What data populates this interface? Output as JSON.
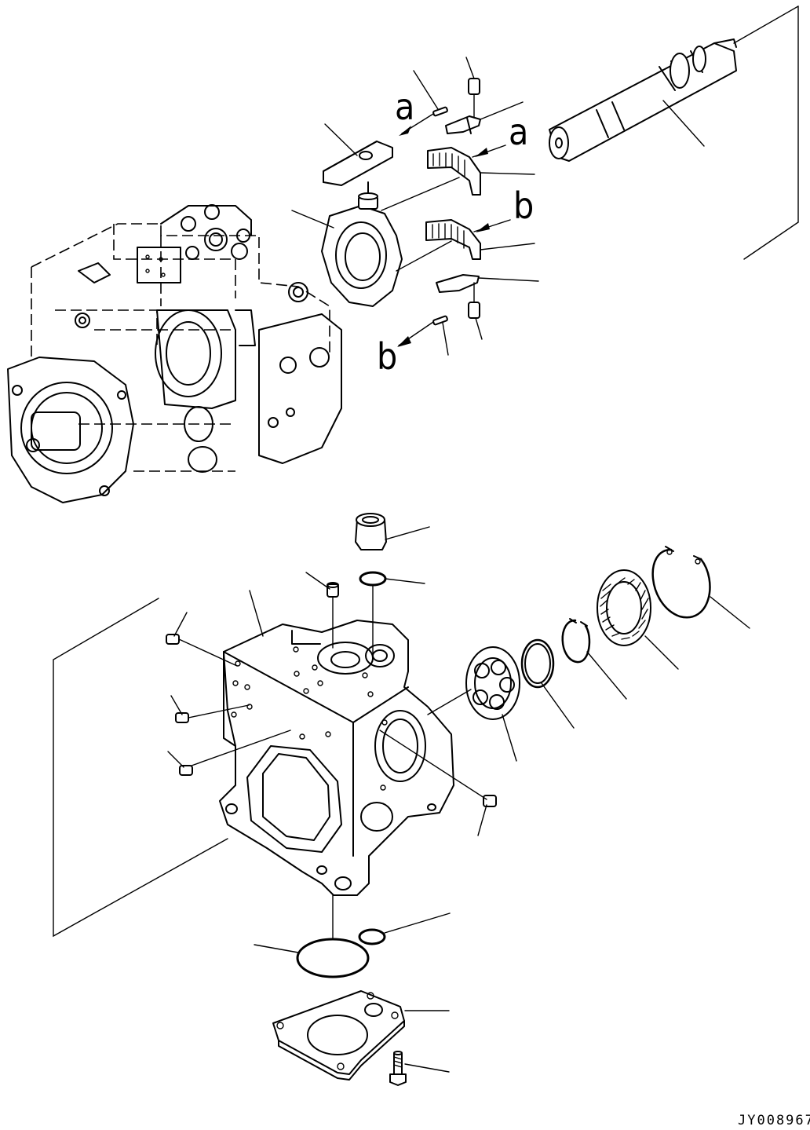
{
  "drawing": {
    "number": "JY008967",
    "reference_marks": [
      {
        "key": "a_upper_left",
        "text": "a"
      },
      {
        "key": "a_upper_right",
        "text": "a"
      },
      {
        "key": "b_right",
        "text": "b"
      },
      {
        "key": "b_lower_left",
        "text": "b"
      }
    ]
  },
  "colors": {
    "ink": "#000000",
    "paper": "#ffffff"
  }
}
